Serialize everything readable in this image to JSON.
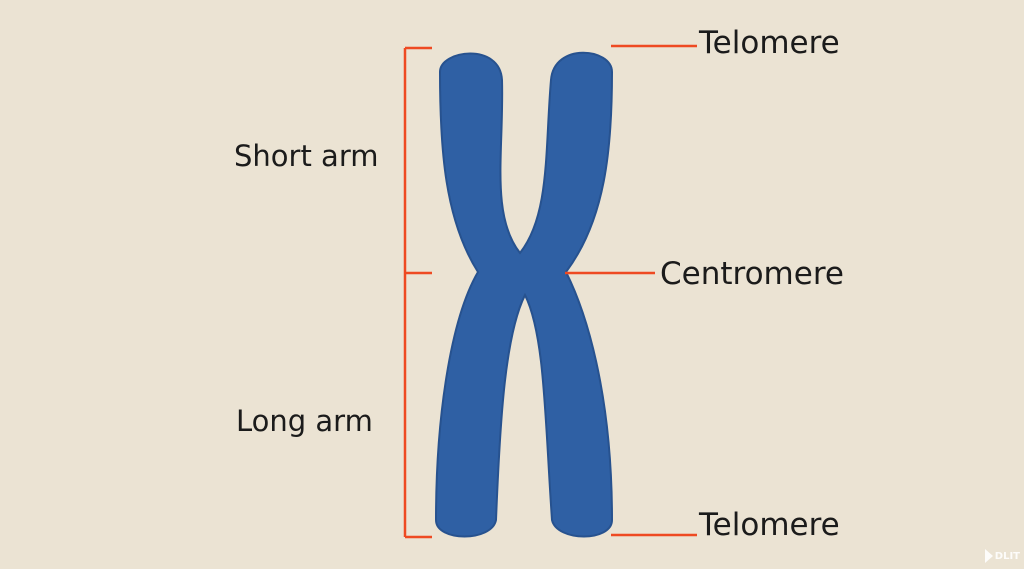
{
  "labels": {
    "short_arm": "Short arm",
    "long_arm": "Long arm",
    "telomere_top": "Telomere",
    "centromere": "Centromere",
    "telomere_bottom": "Telomere"
  },
  "watermark": {
    "text": "DLIT",
    "icon": "play-triangle-icon"
  },
  "colors": {
    "background": "#ebe3d3",
    "chromosome": "#2f60a4",
    "chromosome_outline": "#27528f",
    "lines": "#ee4a22",
    "text": "#1b1b1b"
  }
}
